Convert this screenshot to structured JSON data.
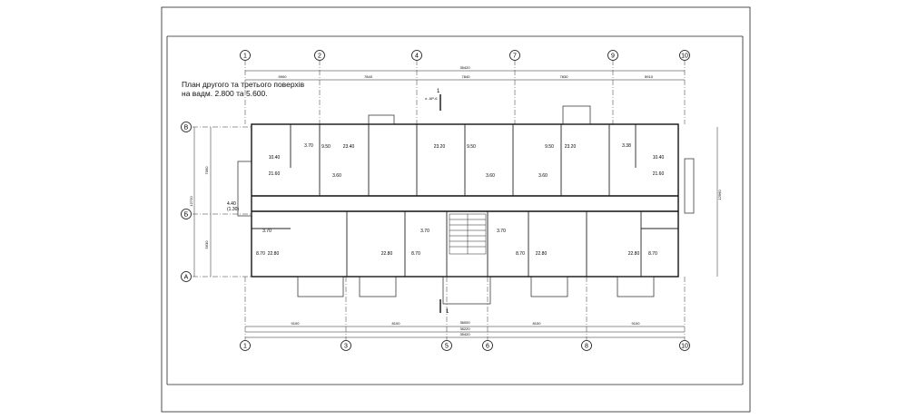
{
  "plan": {
    "title_line1": "План другого та третього поверхів",
    "title_line2": "на вадм. 2.800 та 5.600."
  },
  "axes": {
    "top": [
      "1",
      "2",
      "4",
      "7",
      "9",
      "10"
    ],
    "bottom": [
      "1",
      "3",
      "5",
      "6",
      "8",
      "10"
    ],
    "left": [
      "В",
      "Б",
      "А"
    ]
  },
  "dimensions": {
    "top_overall": "35420",
    "top_segments": [
      "5900",
      "7840",
      "7840",
      "7830",
      "5910"
    ],
    "bottom_overall": "36000",
    "bottom_overall_2": "35220",
    "bottom_overall_3": "35420",
    "bottom_segments": [
      "9100",
      "8100",
      "8100",
      "9100"
    ],
    "left_segments": [
      "7090",
      "5630"
    ],
    "left_overall": "12720",
    "right_overall": "12960"
  },
  "section_mark": {
    "number": "1",
    "sheet_ref": "л. АР-6"
  },
  "rooms": {
    "balcony_area": "4.40",
    "balcony_area_sub": "(1.30)",
    "areas": [
      "10.40",
      "21.60",
      "9.50",
      "23.40",
      "23.20",
      "9.50",
      "9.50",
      "23.20",
      "10.40",
      "21.60",
      "22.80",
      "8.70",
      "22.80",
      "8.70",
      "8.70",
      "22.80",
      "22.80",
      "8.70",
      "3.70",
      "3.70",
      "3.70",
      "3.60",
      "3.60",
      "3.60",
      "3.38",
      "3.70"
    ]
  }
}
